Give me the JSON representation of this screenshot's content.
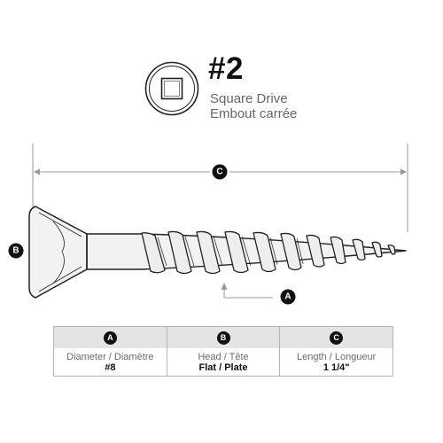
{
  "drive": {
    "size": "#2",
    "type_en": "Square Drive",
    "type_fr": "Embout carrée"
  },
  "markers": {
    "a": "A",
    "b": "B",
    "c": "C"
  },
  "specs": [
    {
      "marker": "A",
      "label": "Diameter / Diamètre",
      "value": "#8"
    },
    {
      "marker": "B",
      "label": "Head / Tête",
      "value": "Flat / Plate"
    },
    {
      "marker": "C",
      "label": "Length / Longueur",
      "value": "1 1/4\""
    }
  ],
  "colors": {
    "line": "#9a9a9a",
    "marker_fill": "#111111",
    "table_header": "#e4e4e4",
    "screw_fill": "#f2f2f2",
    "screw_stroke": "#222222"
  }
}
